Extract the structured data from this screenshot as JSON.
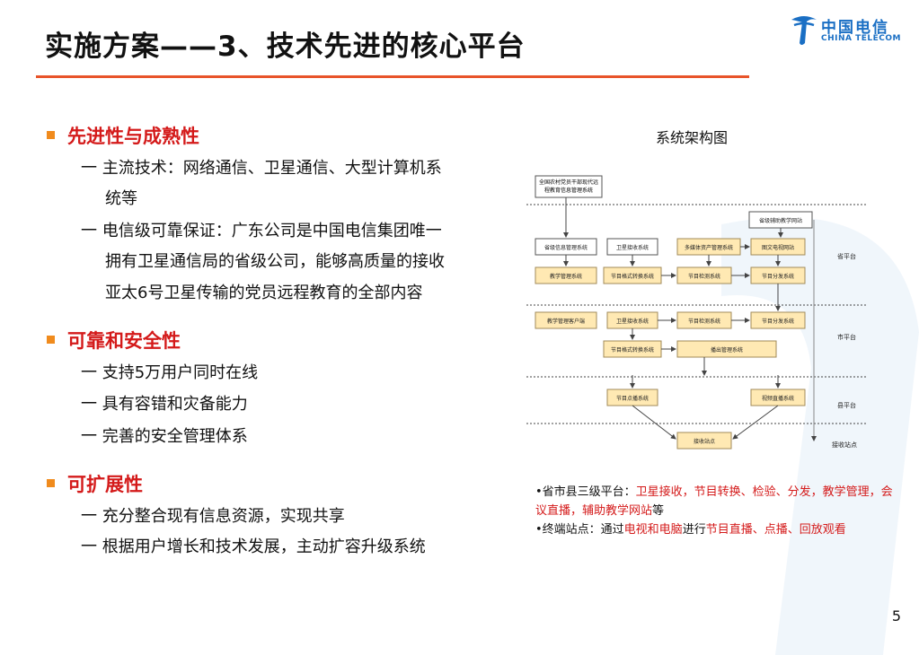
{
  "title": "实施方案——3、技术先进的核心平台",
  "logo": {
    "cn": "中国电信",
    "en": "CHINA TELECOM"
  },
  "sections": [
    {
      "heading": "先进性与成熟性",
      "items": [
        "一 主流技术：网络通信、卫星通信、大型计算机系",
        "统等",
        "一 电信级可靠保证：广东公司是中国电信集团唯一",
        "拥有卫星通信局的省级公司，能够高质量的接收",
        "亚太6号卫星传输的党员远程教育的全部内容"
      ]
    },
    {
      "heading": "可靠和安全性",
      "items": [
        "一 支持5万用户同时在线",
        "一 具有容错和灾备能力",
        "一 完善的安全管理体系"
      ]
    },
    {
      "heading": "可扩展性",
      "items": [
        "一 充分整合现有信息资源，实现共享",
        "一 根据用户增长和技术发展，主动扩容升级系统"
      ]
    }
  ],
  "diagram": {
    "title": "系统架构图",
    "top_box": "全国农村党员干部现代远程教育信息管理系统",
    "boxes": {
      "aux_site": "省级辅助教学网站",
      "prov_info": "省级信息管理系统",
      "sat_recv_p": "卫星接收系统",
      "media_asset": "多媒体资产管理系统",
      "web_site": "图文电视网站",
      "teach_mgmt": "教学管理系统",
      "fmt_conv_p": "节目格式转换系统",
      "check_p": "节目检测系统",
      "dist_p": "节目分发系统",
      "teach_client": "教学管理客户端",
      "sat_recv_c": "卫星接收系统",
      "check_c": "节目检测系统",
      "dist_c": "节目分发系统",
      "fmt_conv_c": "节目格式转换系统",
      "broadcast": "播出管理系统",
      "vod": "节目点播系统",
      "live": "视频直播系统",
      "station": "接收站点"
    },
    "levels": [
      "省平台",
      "市平台",
      "县平台",
      "接收站点"
    ]
  },
  "notes": [
    {
      "parts": [
        {
          "t": "•省市县三级平台：",
          "red": false
        },
        {
          "t": "卫星接收，节目转换、检验、分发，教学管理，会议直播，辅助教学网站",
          "red": true
        },
        {
          "t": "等",
          "red": false
        }
      ]
    },
    {
      "parts": [
        {
          "t": "•终端站点：通过",
          "red": false
        },
        {
          "t": "电视和电脑",
          "red": true
        },
        {
          "t": "进行",
          "red": false
        },
        {
          "t": "节目直播、点播、回放观看",
          "red": true
        }
      ]
    }
  ],
  "page_number": "5",
  "colors": {
    "accent": "#e8542a",
    "heading_red": "#d41a1a",
    "box_fill": "#ffe9b3",
    "box_border": "#a08a5a"
  }
}
